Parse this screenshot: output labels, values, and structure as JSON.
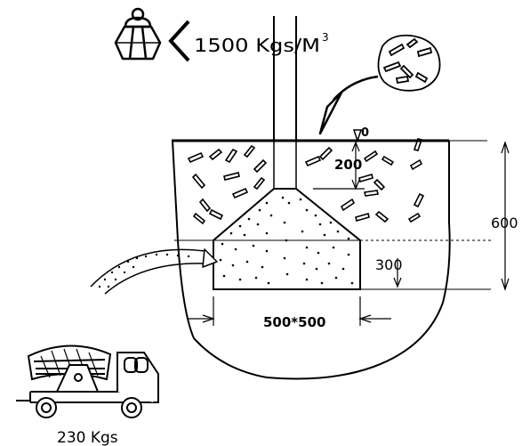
{
  "labels": {
    "density": "1500 Kgs/M",
    "density_exp": "3",
    "top_level": "0",
    "depth_200": "200",
    "depth_600": "600",
    "depth_300": "300",
    "footing_size": "500*500",
    "weight": "230 Kgs"
  },
  "icons": {
    "weight": "weight-icon",
    "less_than": "less-than-sign-icon",
    "soil_sample": "soil-sample-icon",
    "concrete_mixer": "concrete-mixer-truck-icon"
  },
  "colors": {
    "ink": "#000000",
    "background": "#ffffff"
  }
}
